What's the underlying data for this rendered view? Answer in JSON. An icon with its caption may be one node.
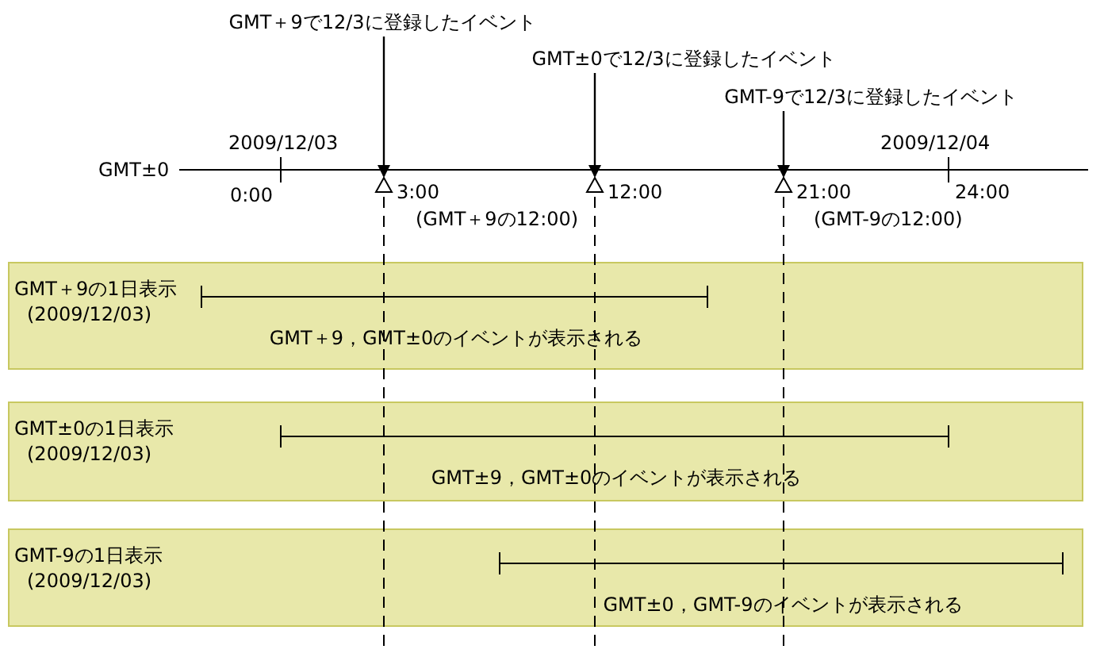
{
  "diagram": {
    "nodes": [
      {
        "text": [
          "GMT＋9で12/3に登録したイベント"
        ]
      },
      {
        "text": [
          "GMT±0で12/3に登録したイベント"
        ]
      },
      {
        "text": [
          "GMT-9で12/3に登録したイベント"
        ]
      },
      {
        "text": [],
        "shape": "triangle",
        "beside": [
          "3:00",
          "(GMT＋9の12:00)"
        ]
      },
      {
        "text": [],
        "shape": "triangle",
        "beside": [
          "12:00"
        ]
      },
      {
        "text": [],
        "shape": "triangle",
        "beside": [
          "21:00",
          "(GMT-9の12:00)"
        ]
      },
      {
        "text": [
          "GMT＋9の1日表示",
          "(2009/12/03)",
          "GMT＋9，GMT±0のイベントが表示される"
        ]
      },
      {
        "text": [
          "GMT±0の1日表示",
          "(2009/12/03)",
          "GMT±9，GMT±0のイベントが表示される"
        ]
      },
      {
        "text": [
          "GMT-9の1日表示",
          "(2009/12/03)",
          "GMT±0，GMT-9のイベントが表示される"
        ]
      }
    ],
    "edges": [
      {
        "from": 0,
        "to": 3,
        "arrow": "to"
      },
      {
        "from": 1,
        "to": 4,
        "arrow": "to"
      },
      {
        "from": 2,
        "to": 5,
        "arrow": "to"
      }
    ],
    "labels": [
      "2009/12/03",
      "2009/12/04",
      "GMT±0",
      "0:00",
      "24:00"
    ]
  }
}
